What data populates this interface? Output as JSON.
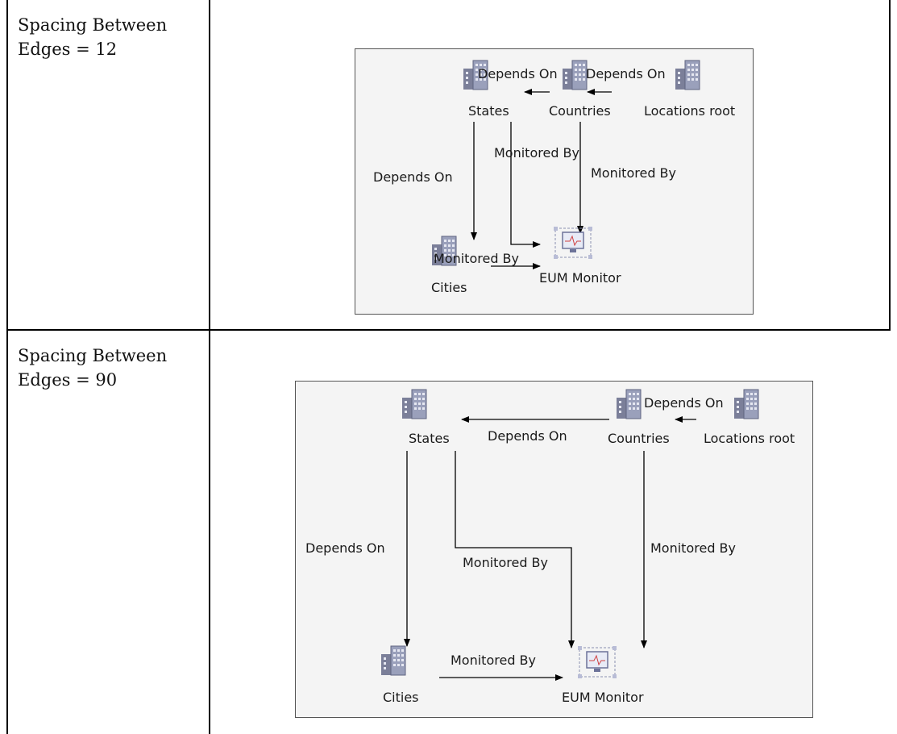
{
  "rows": [
    {
      "label": "Spacing Between\nEdges = 12",
      "diagram": {
        "nodes": [
          {
            "id": "states",
            "label": "States",
            "icon": "building-icon"
          },
          {
            "id": "countries",
            "label": "Countries",
            "icon": "building-icon"
          },
          {
            "id": "locations_root",
            "label": "Locations root",
            "icon": "building-icon"
          },
          {
            "id": "cities",
            "label": "Cities",
            "icon": "building-icon"
          },
          {
            "id": "eum_monitor",
            "label": "EUM Monitor",
            "icon": "monitor-icon"
          }
        ],
        "edges": [
          {
            "from": "countries",
            "to": "states",
            "label": "Depends On"
          },
          {
            "from": "locations_root",
            "to": "countries",
            "label": "Depends On"
          },
          {
            "from": "states",
            "to": "cities",
            "label": "Depends On"
          },
          {
            "from": "states",
            "to": "eum_monitor",
            "label": "Monitored By"
          },
          {
            "from": "countries",
            "to": "eum_monitor",
            "label": "Monitored By"
          },
          {
            "from": "cities",
            "to": "eum_monitor",
            "label": "Monitored By"
          }
        ]
      }
    },
    {
      "label": "Spacing Between\nEdges = 90",
      "diagram": {
        "nodes": [
          {
            "id": "states",
            "label": "States",
            "icon": "building-icon"
          },
          {
            "id": "countries",
            "label": "Countries",
            "icon": "building-icon"
          },
          {
            "id": "locations_root",
            "label": "Locations root",
            "icon": "building-icon"
          },
          {
            "id": "cities",
            "label": "Cities",
            "icon": "building-icon"
          },
          {
            "id": "eum_monitor",
            "label": "EUM Monitor",
            "icon": "monitor-icon"
          }
        ],
        "edges": [
          {
            "from": "countries",
            "to": "states",
            "label": "Depends On"
          },
          {
            "from": "locations_root",
            "to": "countries",
            "label": "Depends On"
          },
          {
            "from": "states",
            "to": "cities",
            "label": "Depends On"
          },
          {
            "from": "states",
            "to": "eum_monitor",
            "label": "Monitored By"
          },
          {
            "from": "countries",
            "to": "eum_monitor",
            "label": "Monitored By"
          },
          {
            "from": "cities",
            "to": "eum_monitor",
            "label": "Monitored By"
          }
        ]
      }
    }
  ]
}
